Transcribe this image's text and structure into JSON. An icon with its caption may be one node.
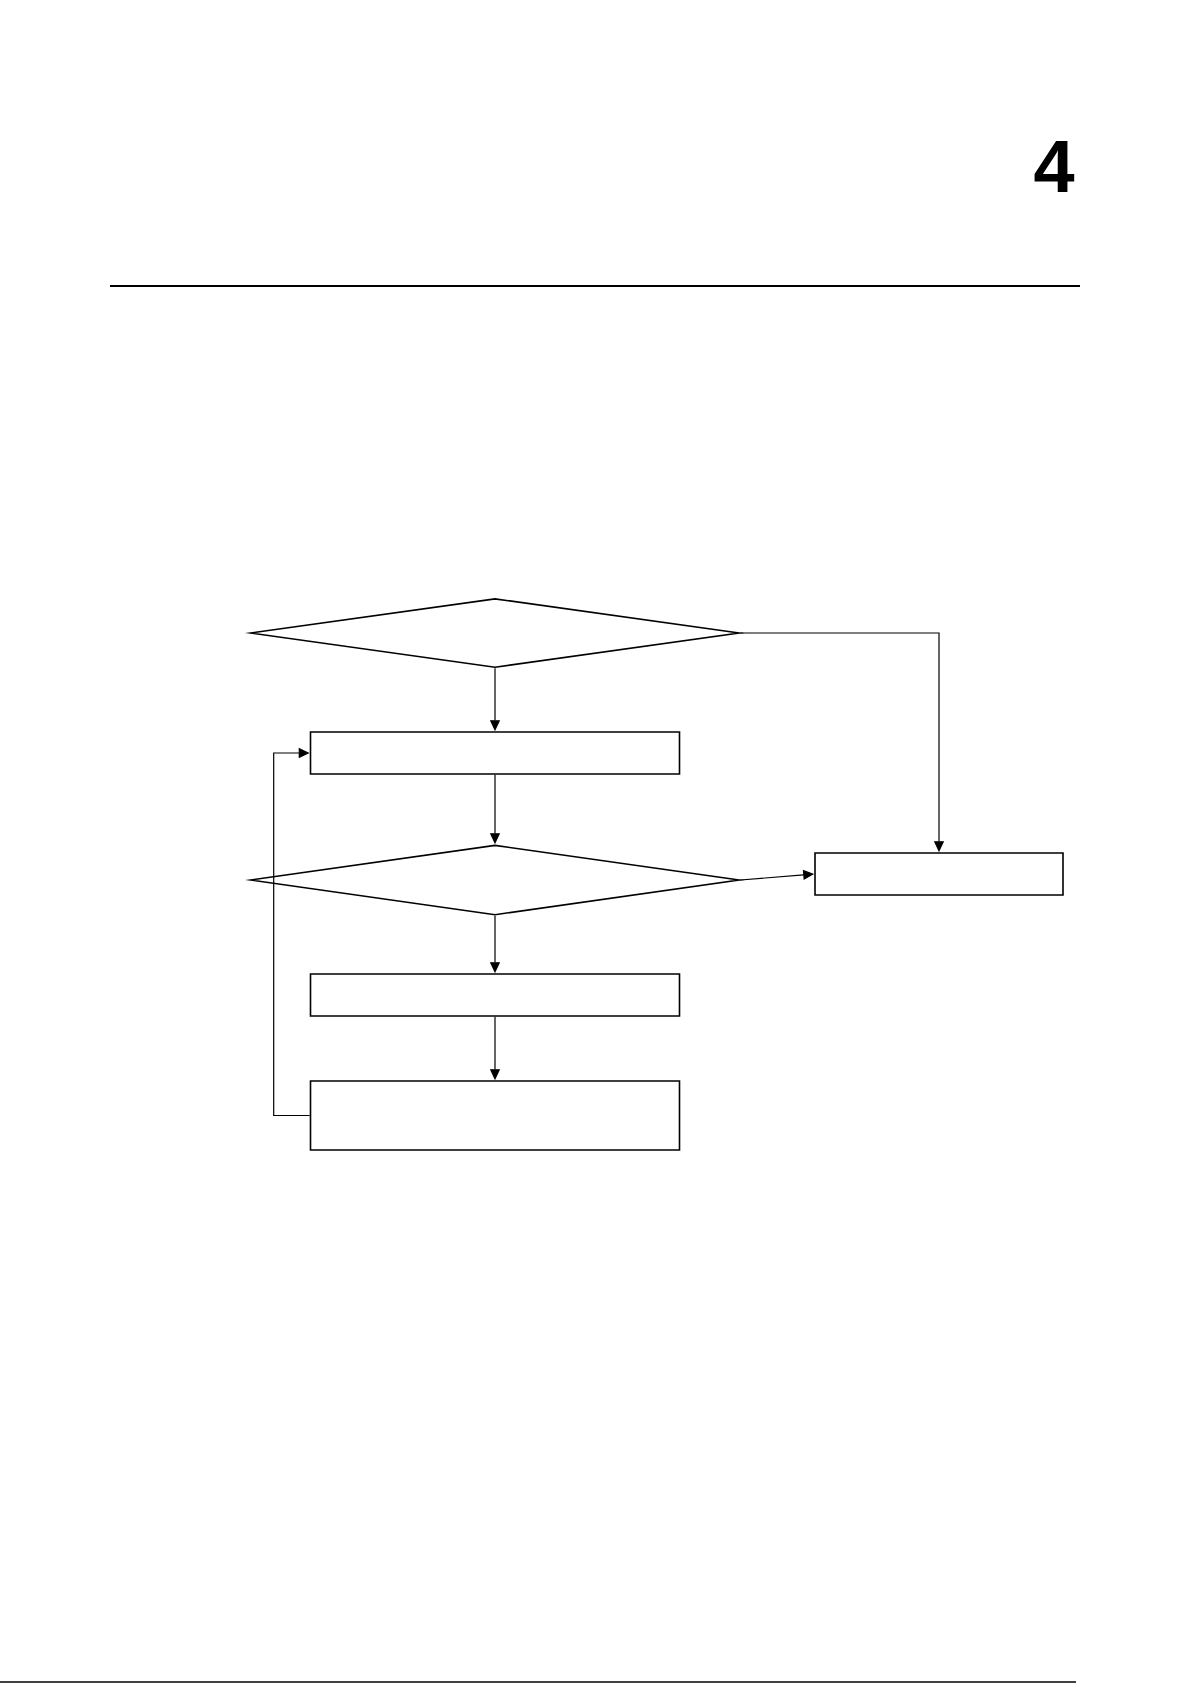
{
  "diagram": {
    "nodes": [
      {
        "text": [],
        "shape": "diamond"
      },
      {
        "text": [],
        "shape": "box"
      },
      {
        "text": [],
        "shape": "diamond"
      },
      {
        "text": [],
        "shape": "box"
      },
      {
        "text": [],
        "shape": "box"
      },
      {
        "text": [],
        "shape": "box"
      }
    ],
    "edges": [
      {
        "from": 0,
        "to": 1,
        "arrow": "to"
      },
      {
        "from": 0,
        "to": 3,
        "arrow": "to"
      },
      {
        "from": 1,
        "to": 2,
        "arrow": "to"
      },
      {
        "from": 2,
        "to": 3,
        "arrow": "to"
      },
      {
        "from": 2,
        "to": 4,
        "arrow": "to"
      },
      {
        "from": 4,
        "to": 5,
        "arrow": "to"
      },
      {
        "from": 5,
        "to": 1,
        "arrow": "to"
      }
    ],
    "labels": [
      "4"
    ]
  }
}
